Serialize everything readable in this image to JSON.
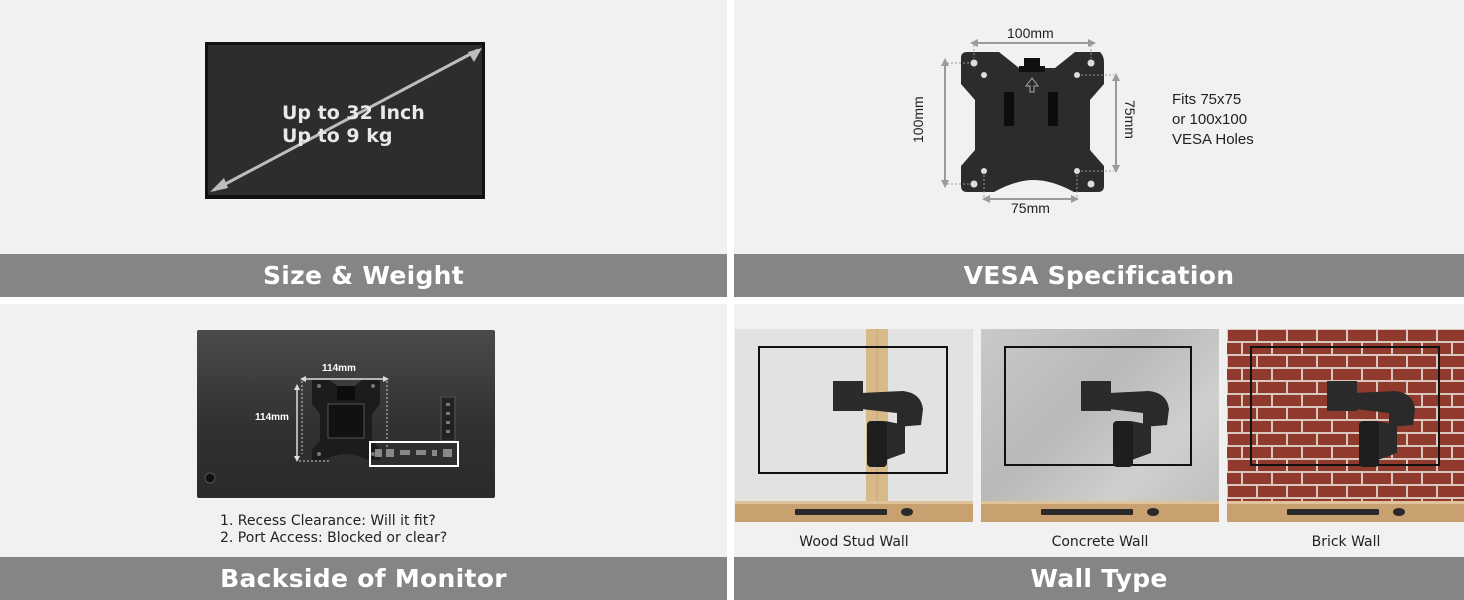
{
  "panels": {
    "size_weight": {
      "banner": "Size & Weight",
      "size_line": "Up to 32 Inch",
      "weight_line": "Up to 9 kg"
    },
    "vesa": {
      "banner": "VESA Specification",
      "top_dim": "100mm",
      "left_dim": "100mm",
      "right_dim": "75mm",
      "bottom_dim": "75mm",
      "fits_lines": [
        "Fits 75x75",
        "or 100x100",
        "VESA Holes"
      ]
    },
    "backside": {
      "banner": "Backside of Monitor",
      "width_dim": "114mm",
      "height_dim": "114mm",
      "checklist": [
        "1. Recess Clearance: Will it fit?",
        "2. Port Access: Blocked or clear?"
      ]
    },
    "wall_type": {
      "banner": "Wall Type",
      "walls": [
        {
          "caption": "Wood Stud Wall"
        },
        {
          "caption": "Concrete Wall"
        },
        {
          "caption": "Brick Wall"
        }
      ]
    }
  },
  "colors": {
    "banner_bg": "#858585",
    "panel_bg": "#f1f1f1",
    "brick": "#8f3a2c",
    "wood_stud": "#d8b989",
    "desk": "#c9a171"
  }
}
